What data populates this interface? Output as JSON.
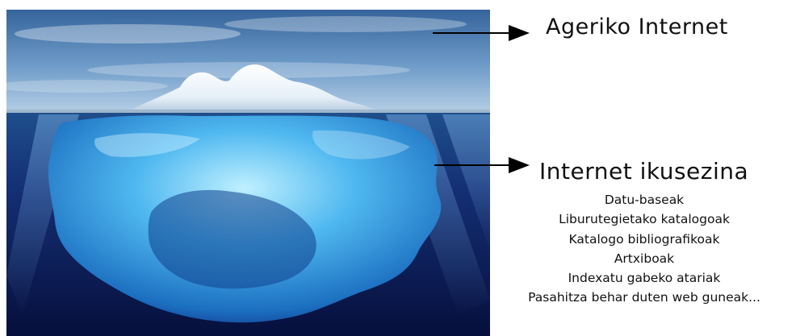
{
  "surface": {
    "label": "Ageriko Internet"
  },
  "deep": {
    "label": "Internet ikusezina",
    "items": [
      "Datu-baseak",
      "Liburutegietako katalogoak",
      "Katalogo bibliografikoak",
      "Artxiboak",
      "Indexatu gabeko atariak",
      "Pasahitza behar duten web guneak..."
    ]
  },
  "colors": {
    "sky_top": "#3f6fa6",
    "sky_bottom": "#aac7e2",
    "ice_light": "#ffffff",
    "ice_underwater": "#4fb8f0",
    "deep_water": "#0a1d5e",
    "arrow": "#000000"
  }
}
